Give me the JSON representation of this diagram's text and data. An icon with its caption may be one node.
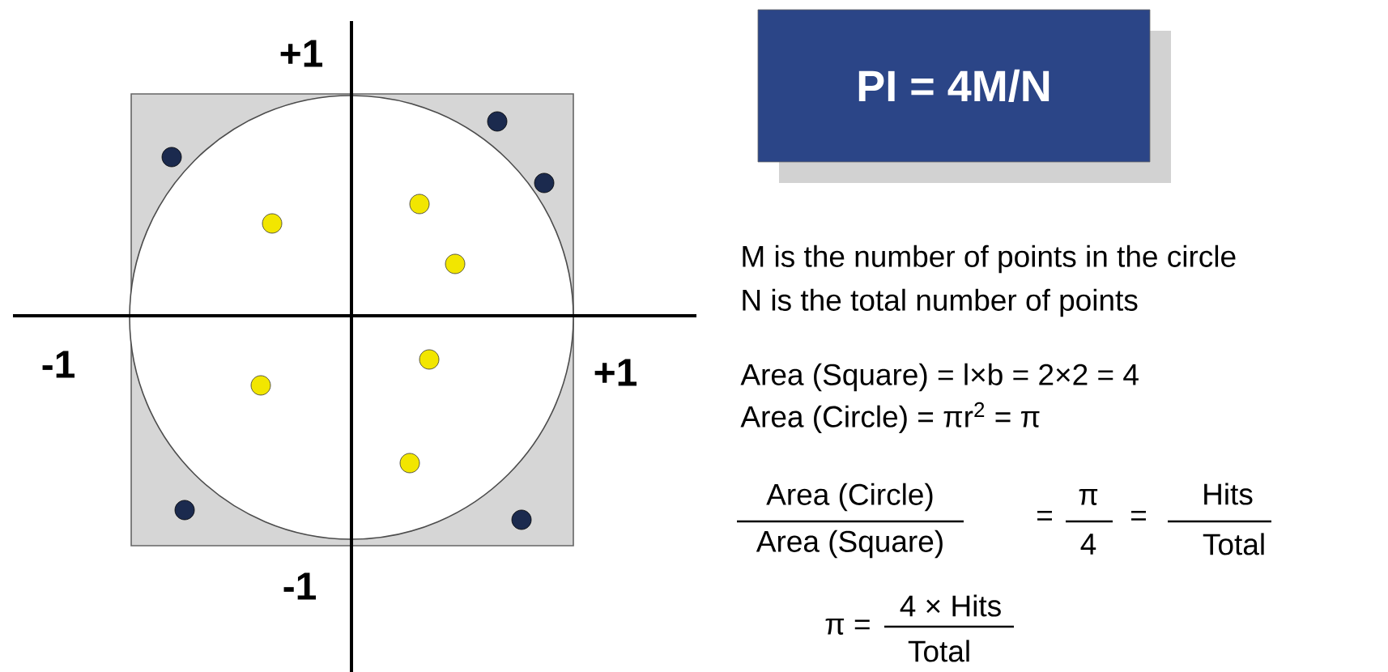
{
  "diagram": {
    "nodes": [
      {
        "text": [
          "PI = 4M/N"
        ]
      }
    ],
    "labels": [
      "+1",
      "-1",
      "+1",
      "-1",
      "M is the number of points in the circle",
      "N is the total number of points",
      "Area (Square) = l×b = 2×2 = 4",
      "Area (Circle) = πr$^{2}$ = π",
      "Area (Circle)",
      "=",
      "π",
      "=",
      "Hits",
      "Area (Square)",
      "4",
      "Total",
      "4 × Hits",
      "π =",
      "Total"
    ]
  }
}
